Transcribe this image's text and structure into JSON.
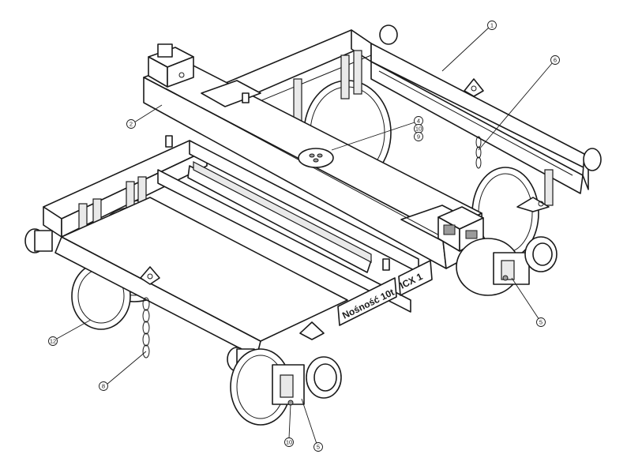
{
  "drawing": {
    "plate_capacity": "Nośność 10t",
    "plate_id": "ICX 1",
    "callouts": [
      {
        "id": "c1",
        "label": "1"
      },
      {
        "id": "c2",
        "label": "2"
      },
      {
        "id": "c3",
        "label": "4"
      },
      {
        "id": "c4",
        "label": "10"
      },
      {
        "id": "c5",
        "label": "9"
      },
      {
        "id": "c6",
        "label": "6"
      },
      {
        "id": "c7",
        "label": "5"
      },
      {
        "id": "c8",
        "label": "12"
      },
      {
        "id": "c9",
        "label": "8"
      },
      {
        "id": "c10",
        "label": "10"
      },
      {
        "id": "c11",
        "label": "5"
      }
    ]
  }
}
